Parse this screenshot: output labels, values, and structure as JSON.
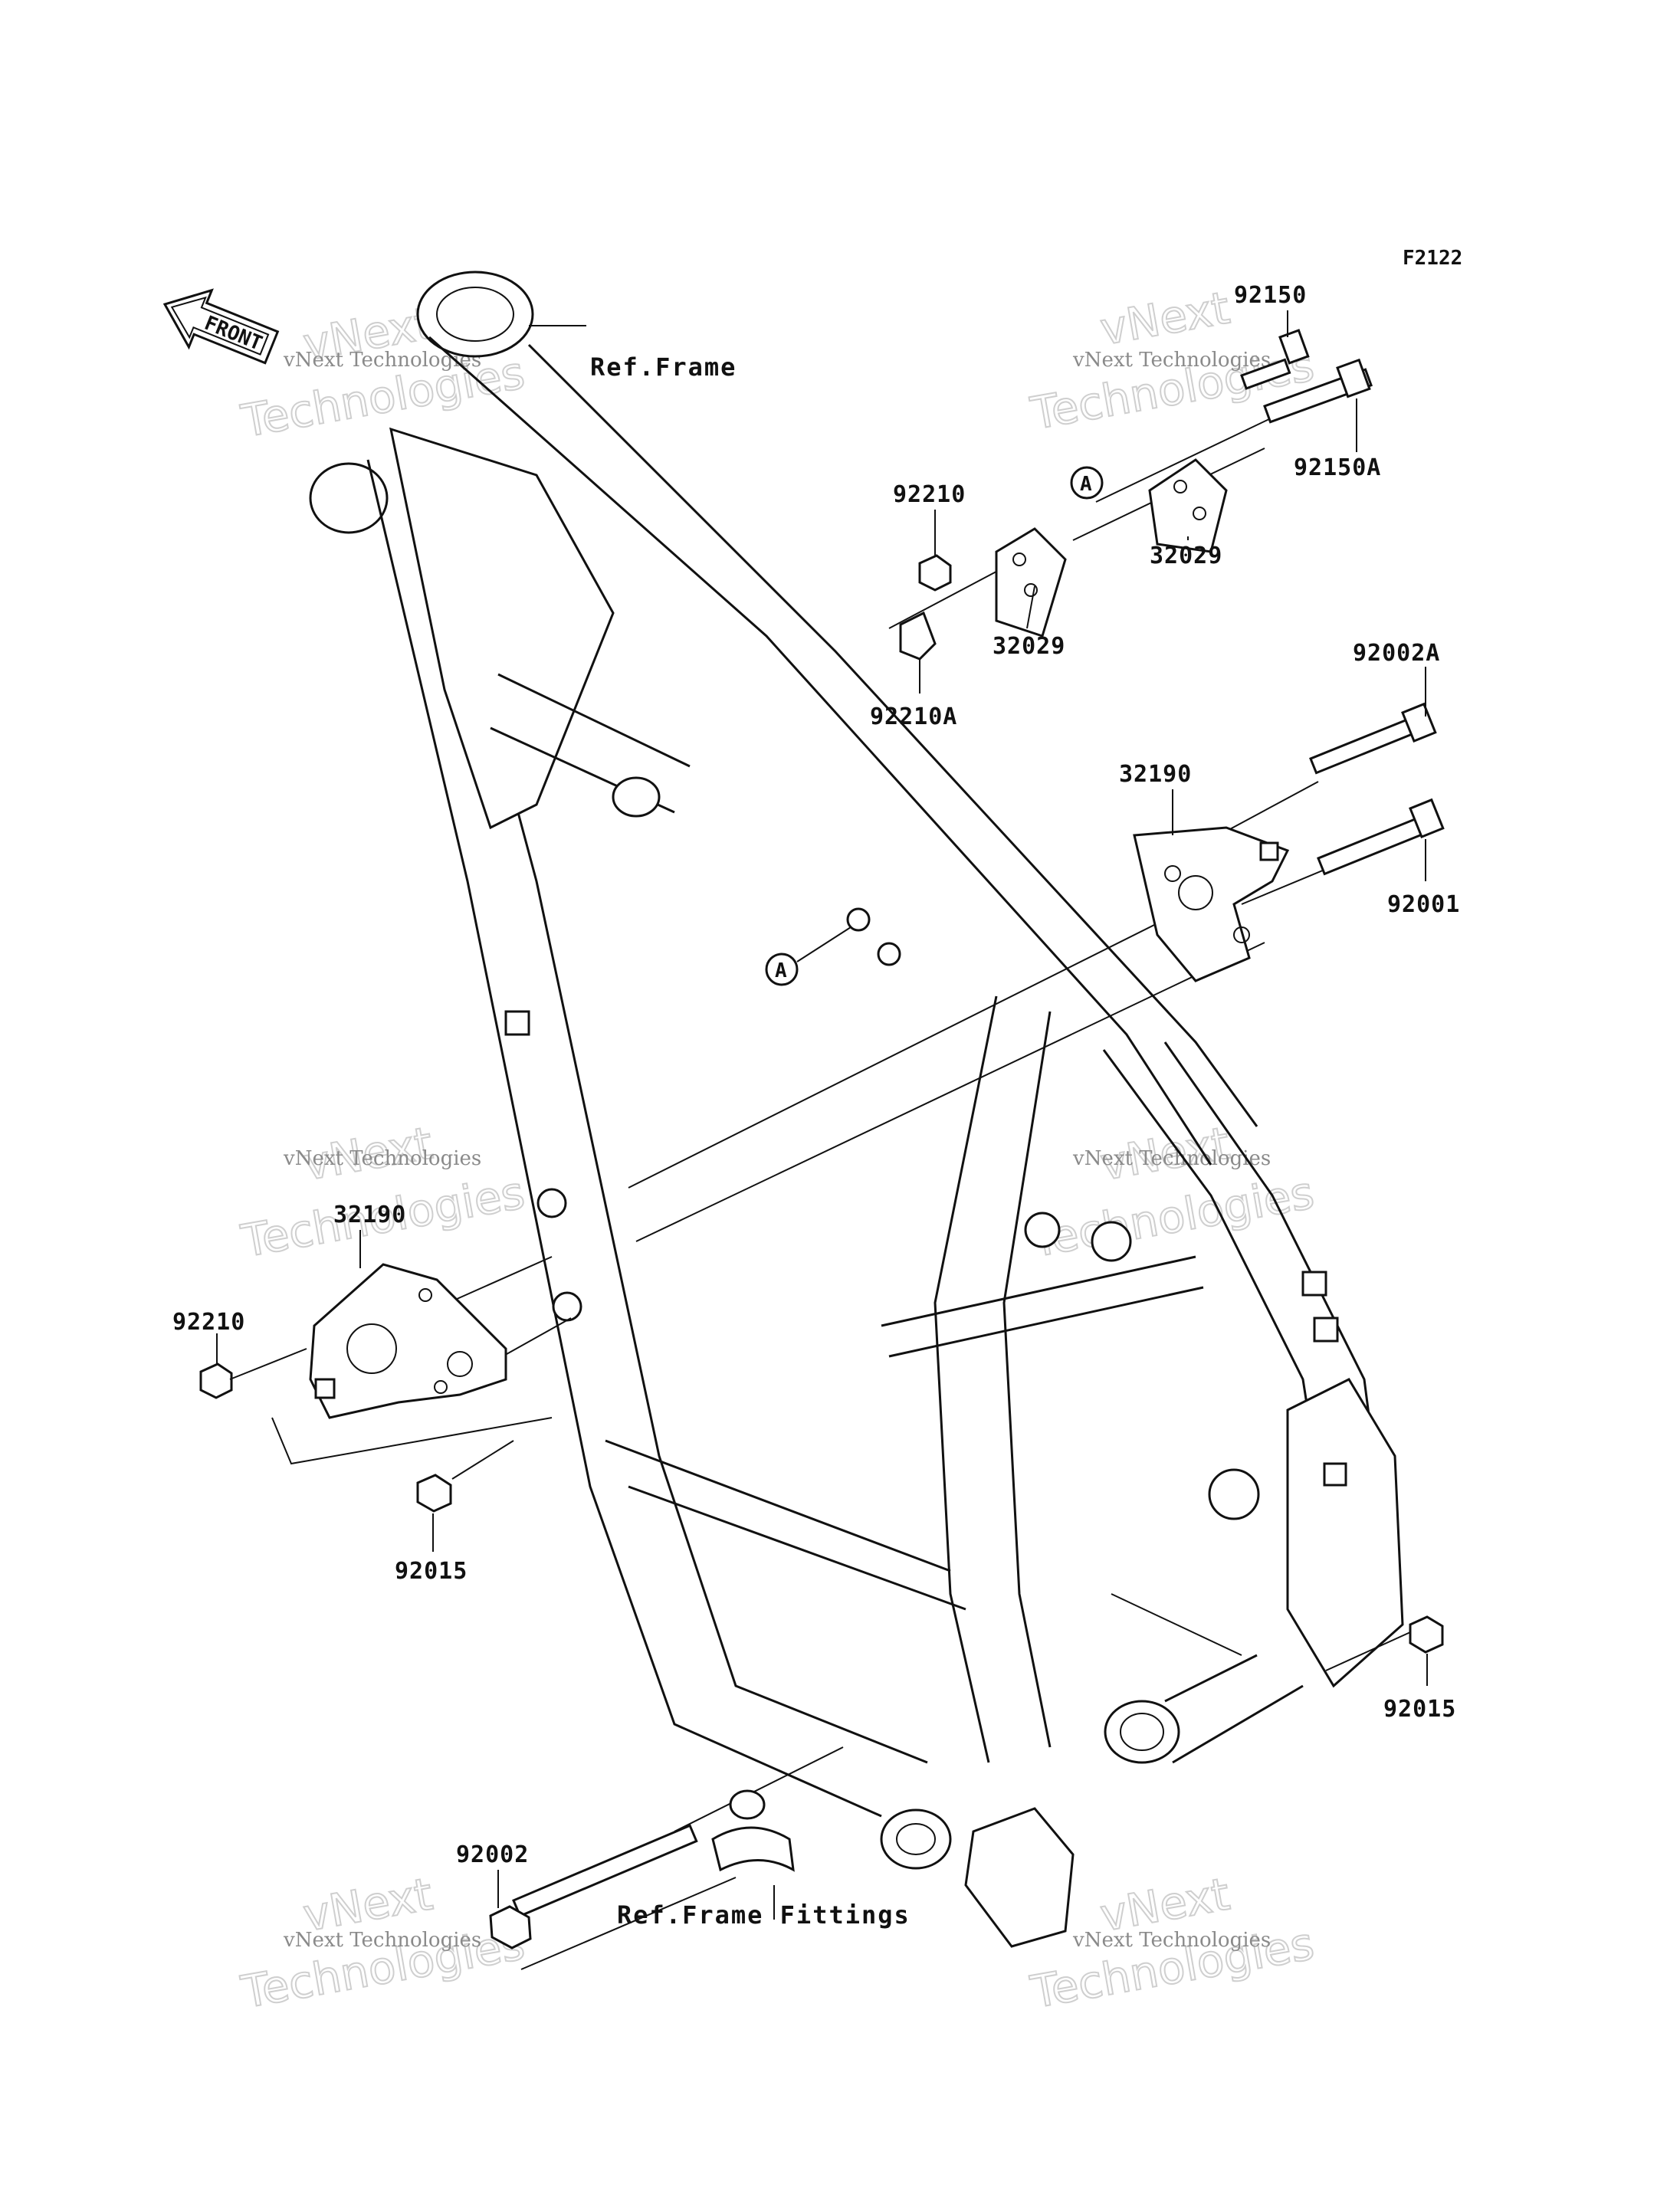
{
  "diagram_code": "F2122",
  "front_arrow": {
    "label": "FRONT",
    "icon": "front-arrow-icon"
  },
  "callouts": {
    "ref_frame": "Ref.Frame",
    "ref_frame_fittings": "Ref.Frame Fittings",
    "marker_a": "A"
  },
  "parts": {
    "p92150": "92150",
    "p92150A": "92150A",
    "p92210_top": "92210",
    "p32029_right": "32029",
    "p32029_left": "32029",
    "p92210A": "92210A",
    "p92002A": "92002A",
    "p32190_right": "32190",
    "p92001": "92001",
    "p32190_left": "32190",
    "p92210_left": "92210",
    "p92015_left": "92015",
    "p92015_right": "92015",
    "p92002": "92002"
  },
  "watermark": {
    "line1": "vNext Technologies",
    "line2": "Technologies",
    "line3": "vNext"
  }
}
